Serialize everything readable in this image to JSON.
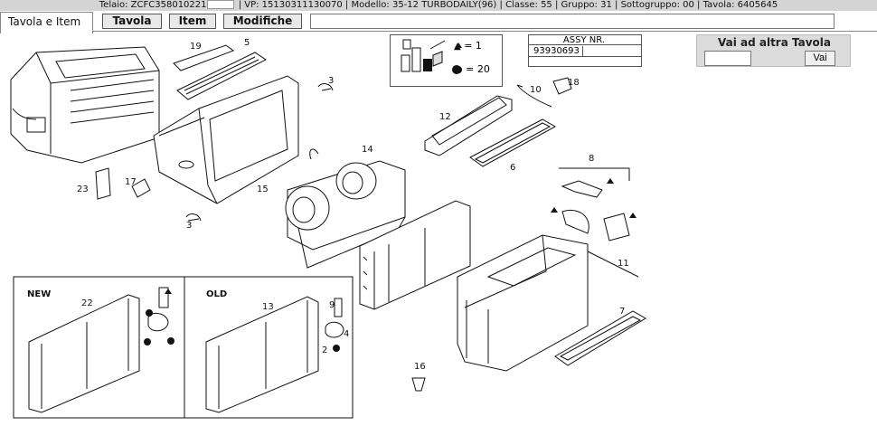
{
  "header": {
    "telaio": "Telaio: ZCFC358010221",
    "vp": "VP: 15130311130070",
    "modello": "Modello: 35-12 TURBODAILY(96)",
    "classe": "Classe: 55",
    "gruppo": "Gruppo: 31",
    "sottogruppo": "Sottogruppo: 00",
    "tavola": "Tavola: 6405645"
  },
  "tabs": {
    "active": "Tavola e Item",
    "tavola": "Tavola",
    "item": "Item",
    "modifiche": "Modifiche"
  },
  "goto": {
    "title": "Vai ad altra Tavola",
    "button": "Vai",
    "input_value": ""
  },
  "assy": {
    "title": "ASSY NR.",
    "number": "93930693"
  },
  "kit_legend": {
    "triangle": "= 1",
    "circle": "= 20"
  },
  "callouts": [
    "19",
    "5",
    "3",
    "10",
    "18",
    "12",
    "6",
    "23",
    "17",
    "15",
    "14",
    "8",
    "3",
    "11",
    "7",
    "16",
    "22",
    "13",
    "9",
    "4",
    "2"
  ],
  "labels": {
    "new": "NEW",
    "old": "OLD"
  }
}
